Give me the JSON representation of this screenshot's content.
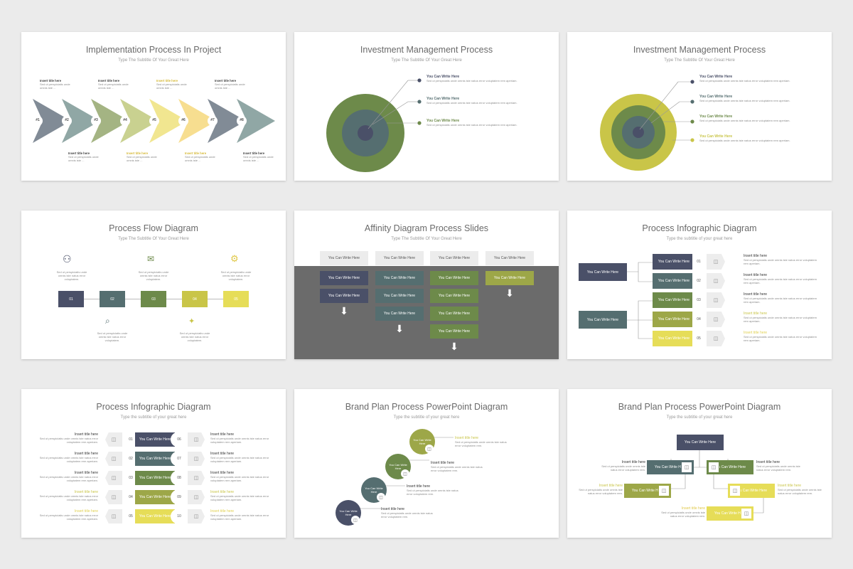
{
  "colors": {
    "c1": "#4a5068",
    "c2": "#556e70",
    "c3": "#6d8a4a",
    "c4": "#9da748",
    "c5": "#c9c548",
    "c6": "#e6dd58"
  },
  "s1": {
    "title": "Implementation Process In Project",
    "subtitle": "Type The Subtitle Of Your Great Here",
    "nums": [
      "#1",
      "#2",
      "#3",
      "#4",
      "#5",
      "#6",
      "#7",
      "#8"
    ],
    "top_titles": [
      "Insert title here",
      "Insert title here",
      "Insert title here",
      "Insert title here"
    ],
    "bot_titles": [
      "Insert title here",
      "Insert title here",
      "Insert title here",
      "Insert title here"
    ],
    "body": "Sed ut perspiciatis unde omnis iste ..."
  },
  "s2": {
    "title": "Investment Management Process",
    "subtitle": "Type The Subtitle Of Your Great Here",
    "items": [
      {
        "h": "You Can Write Here",
        "b": "Sed ut perspiciatis unde omnis iste natus error voluptatem rem aperiam."
      },
      {
        "h": "You Can Write Here",
        "b": "Sed ut perspiciatis unde omnis iste natus error voluptatem rem aperiam."
      },
      {
        "h": "You Can Write Here",
        "b": "Sed ut perspiciatis unde omnis iste natus error voluptatem rem aperiam."
      }
    ]
  },
  "s3": {
    "title": "Investment Management Process",
    "subtitle": "Type The Subtitle Of Your Great Here",
    "items": [
      {
        "h": "You Can Write Here",
        "b": "Sed ut perspiciatis unde omnis iste natus error voluptatem rem aperiam."
      },
      {
        "h": "You Can Write Here",
        "b": "Sed ut perspiciatis unde omnis iste natus error voluptatem rem aperiam."
      },
      {
        "h": "You Can Write Here",
        "b": "Sed ut perspiciatis unde omnis iste natus error voluptatem rem aperiam."
      },
      {
        "h": "You Can Write Here",
        "b": "Sed ut perspiciatis unde omnis iste natus error voluptatem rem aperiam."
      }
    ]
  },
  "s4": {
    "title": "Process Flow Diagram",
    "subtitle": "Type The Subtitle Of Your Great Here",
    "nums": [
      "01",
      "02",
      "03",
      "04",
      "05"
    ],
    "desc": "Sed ut perspiciatis unde omnis iste natus error voluptatem."
  },
  "s5": {
    "title": "Affinity Diagram Process Slides",
    "subtitle": "Type The Subtitle Of Your Great Here",
    "label": "You Can Write Here"
  },
  "s6": {
    "title": "Process Infographic Diagram",
    "subtitle": "Type the subtitle of your great here",
    "left_boxes": [
      "You Can Write Here",
      "You Can Write Here"
    ],
    "rows": [
      "You Can Write Here",
      "You Can Write Here",
      "You Can Write Here",
      "You Can Write Here",
      "You Can Write Here"
    ],
    "nums": [
      "01",
      "02",
      "03",
      "04",
      "05"
    ],
    "item_title": "Insert title here",
    "item_body": "Sed ut perspiciatis unde omnis iste natus error voluptatem rem aperiam."
  },
  "s7": {
    "title": "Process Infographic Diagram",
    "subtitle": "Type the subtitle of your great here",
    "left_nums": [
      "01",
      "02",
      "03",
      "04",
      "05"
    ],
    "right_nums": [
      "06",
      "07",
      "08",
      "09",
      "10"
    ],
    "center": "You Can Write Here",
    "item_title": "Insert title here",
    "item_body": "Sed ut perspiciatis unde omnis iste natus error voluptatem rem aperiam."
  },
  "s8": {
    "title": "Brand Plan Process PowerPoint Diagram",
    "subtitle": "Type the subtitle of your great here",
    "circle": "You Can Write Here",
    "item_title": "Insert title here",
    "item_body": "Sed ut perspiciatis unde omnis iste natus error voluptatem rem."
  },
  "s9": {
    "title": "Brand Plan Process PowerPoint Diagram",
    "subtitle": "Type the subtitle of your great here",
    "top": "You Can Write Here",
    "box": "You Can Write Here",
    "item_title": "Insert title here",
    "item_body": "Sed ut perspiciatis unde omnis iste natus error voluptatem rem."
  }
}
